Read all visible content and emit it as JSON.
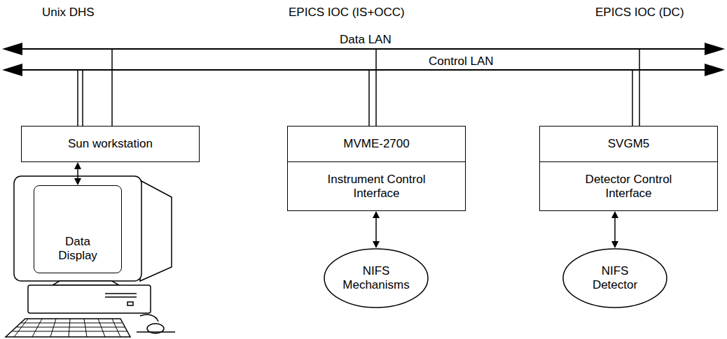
{
  "diagram": {
    "nodes": [
      {
        "text": [
          "Sun workstation"
        ]
      },
      {
        "text": [
          "MVME-2700"
        ]
      },
      {
        "text": [
          "SVGM5"
        ]
      },
      {
        "text": [
          "Instrument Control Interface"
        ]
      },
      {
        "text": [
          "Detector Control Interface"
        ]
      },
      {
        "text": [
          "Data Display"
        ]
      },
      {
        "text": [
          "NIFS Mechanisms"
        ]
      },
      {
        "text": [
          "NIFS Detector"
        ]
      }
    ],
    "edges": [
      {
        "from": 0,
        "to": 5,
        "arrow": "both"
      },
      {
        "from": 3,
        "to": 6,
        "arrow": "both"
      },
      {
        "from": 4,
        "to": 7,
        "arrow": "both"
      }
    ],
    "labels": [
      "Unix DHS",
      "EPICS IOC (IS+OCC)",
      "EPICS IOC (DC)",
      "Data LAN",
      "Control LAN"
    ]
  }
}
